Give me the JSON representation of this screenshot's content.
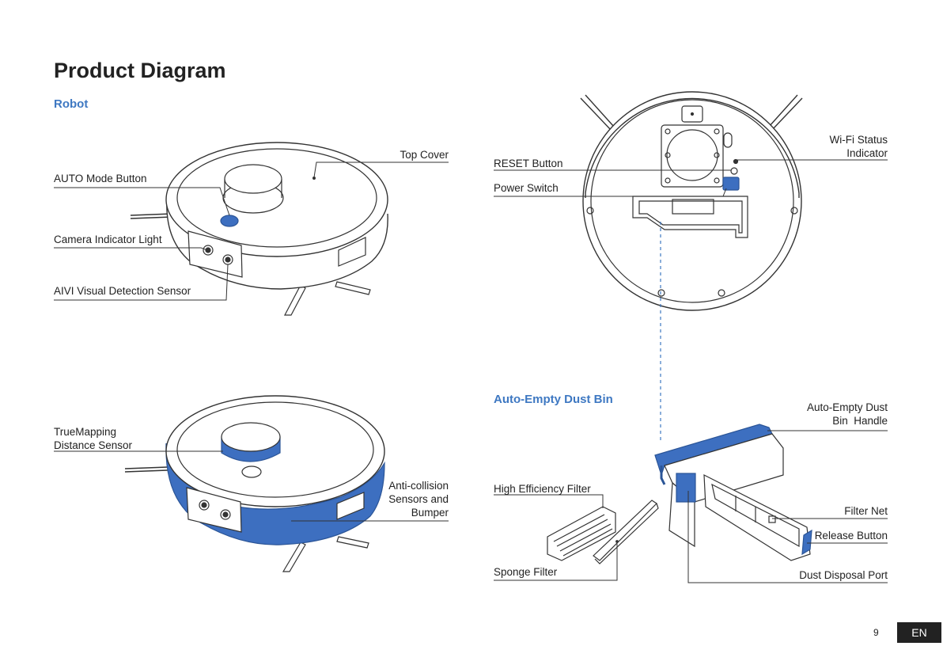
{
  "page": {
    "title": "Product Diagram",
    "page_number": "9",
    "language": "EN"
  },
  "colors": {
    "accent": "#3e78c2",
    "highlight_fill": "#3d6fc0",
    "text": "#222222",
    "line": "#333333"
  },
  "sections": {
    "robot": "Robot",
    "dust_bin": "Auto-Empty Dust Bin"
  },
  "robot_top_labels": {
    "top_cover": "Top Cover",
    "auto_mode_button": "AUTO Mode Button",
    "camera_indicator_light": "Camera Indicator Light",
    "aivi_sensor": "AIVI Visual Detection Sensor"
  },
  "robot_bottom_labels": {
    "truemapping_line1": "TrueMapping",
    "truemapping_line2": "Distance Sensor",
    "anticollision_line1": "Anti-collision",
    "anticollision_line2": "Sensors and",
    "anticollision_line3": "Bumper"
  },
  "robot_underside_labels": {
    "reset_button": "RESET Button",
    "power_switch": "Power Switch",
    "wifi_line1": "Wi-Fi Status",
    "wifi_line2": "Indicator"
  },
  "dust_bin_labels": {
    "handle_line1": "Auto-Empty Dust",
    "handle_line2": "Bin  Handle",
    "high_efficiency_filter": "High Efficiency Filter",
    "filter_net": "Filter Net",
    "release_button": "Release Button",
    "sponge_filter": "Sponge Filter",
    "dust_disposal_port": "Dust Disposal Port"
  }
}
